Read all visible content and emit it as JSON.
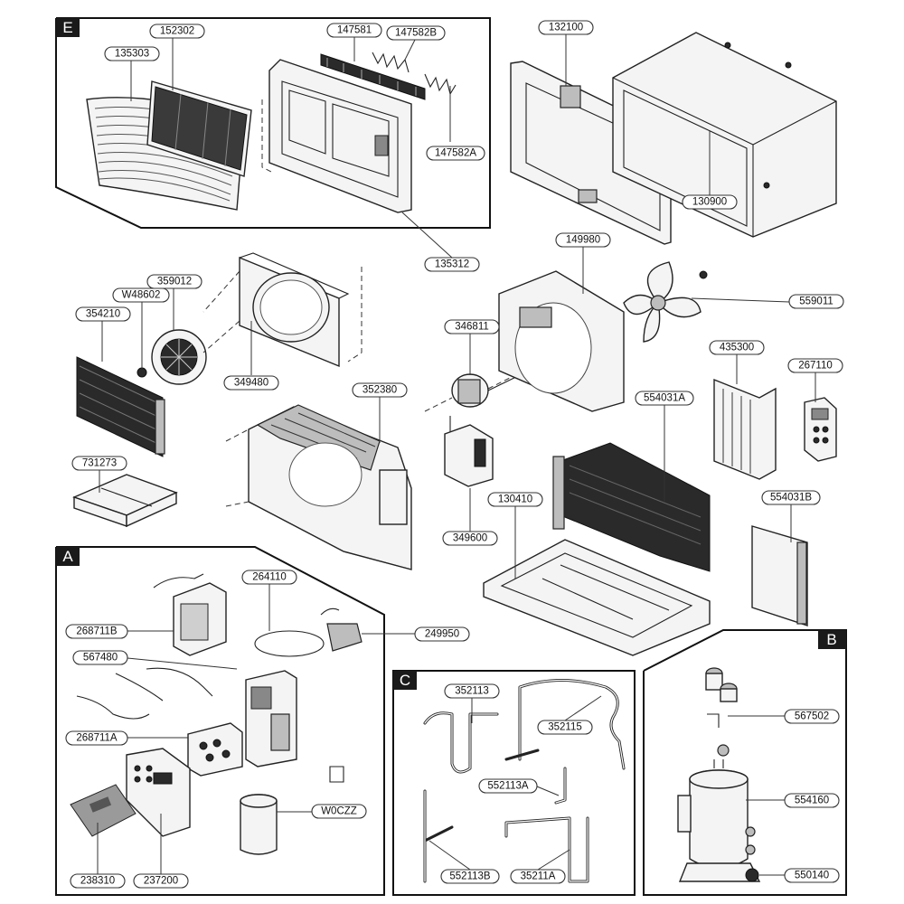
{
  "sections": {
    "E": "E",
    "A": "A",
    "B": "B",
    "C": "C"
  },
  "parts": {
    "p152302": "152302",
    "p135303": "135303",
    "p147581": "147581",
    "p147582B": "147582B",
    "p147582A": "147582A",
    "p135312": "135312",
    "p132100": "132100",
    "p130900": "130900",
    "p149980": "149980",
    "p559011": "559011",
    "p359012": "359012",
    "pW48602": "W48602",
    "p354210": "354210",
    "p349480": "349480",
    "p346811": "346811",
    "p352380": "352380",
    "p435300": "435300",
    "p267110": "267110",
    "p554031A": "554031A",
    "p731273": "731273",
    "p349600": "349600",
    "p130410": "130410",
    "p554031B": "554031B",
    "p264110": "264110",
    "p268711B": "268711B",
    "p249950": "249950",
    "p567480": "567480",
    "p268711A": "268711A",
    "pW0CZZ": "W0CZZ",
    "p238310": "238310",
    "p237200": "237200",
    "p352113": "352113",
    "p352115": "352115",
    "p552113A": "552113A",
    "p552113B": "552113B",
    "p35211A": "35211A",
    "p567502": "567502",
    "p554160": "554160",
    "p550140": "550140"
  }
}
